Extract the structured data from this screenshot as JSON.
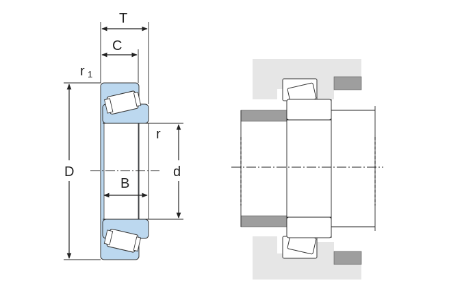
{
  "labels": {
    "T": "T",
    "C": "C",
    "r1_main": "r",
    "r1_sub": "1",
    "r": "r",
    "D": "D",
    "B": "B",
    "d": "d"
  },
  "colors": {
    "ring_fill": "#bcd8ef",
    "ring_stroke": "#333333",
    "housing_fill": "#e6e6e6",
    "shaft_fill": "#9e9e9e",
    "line": "#222222"
  }
}
